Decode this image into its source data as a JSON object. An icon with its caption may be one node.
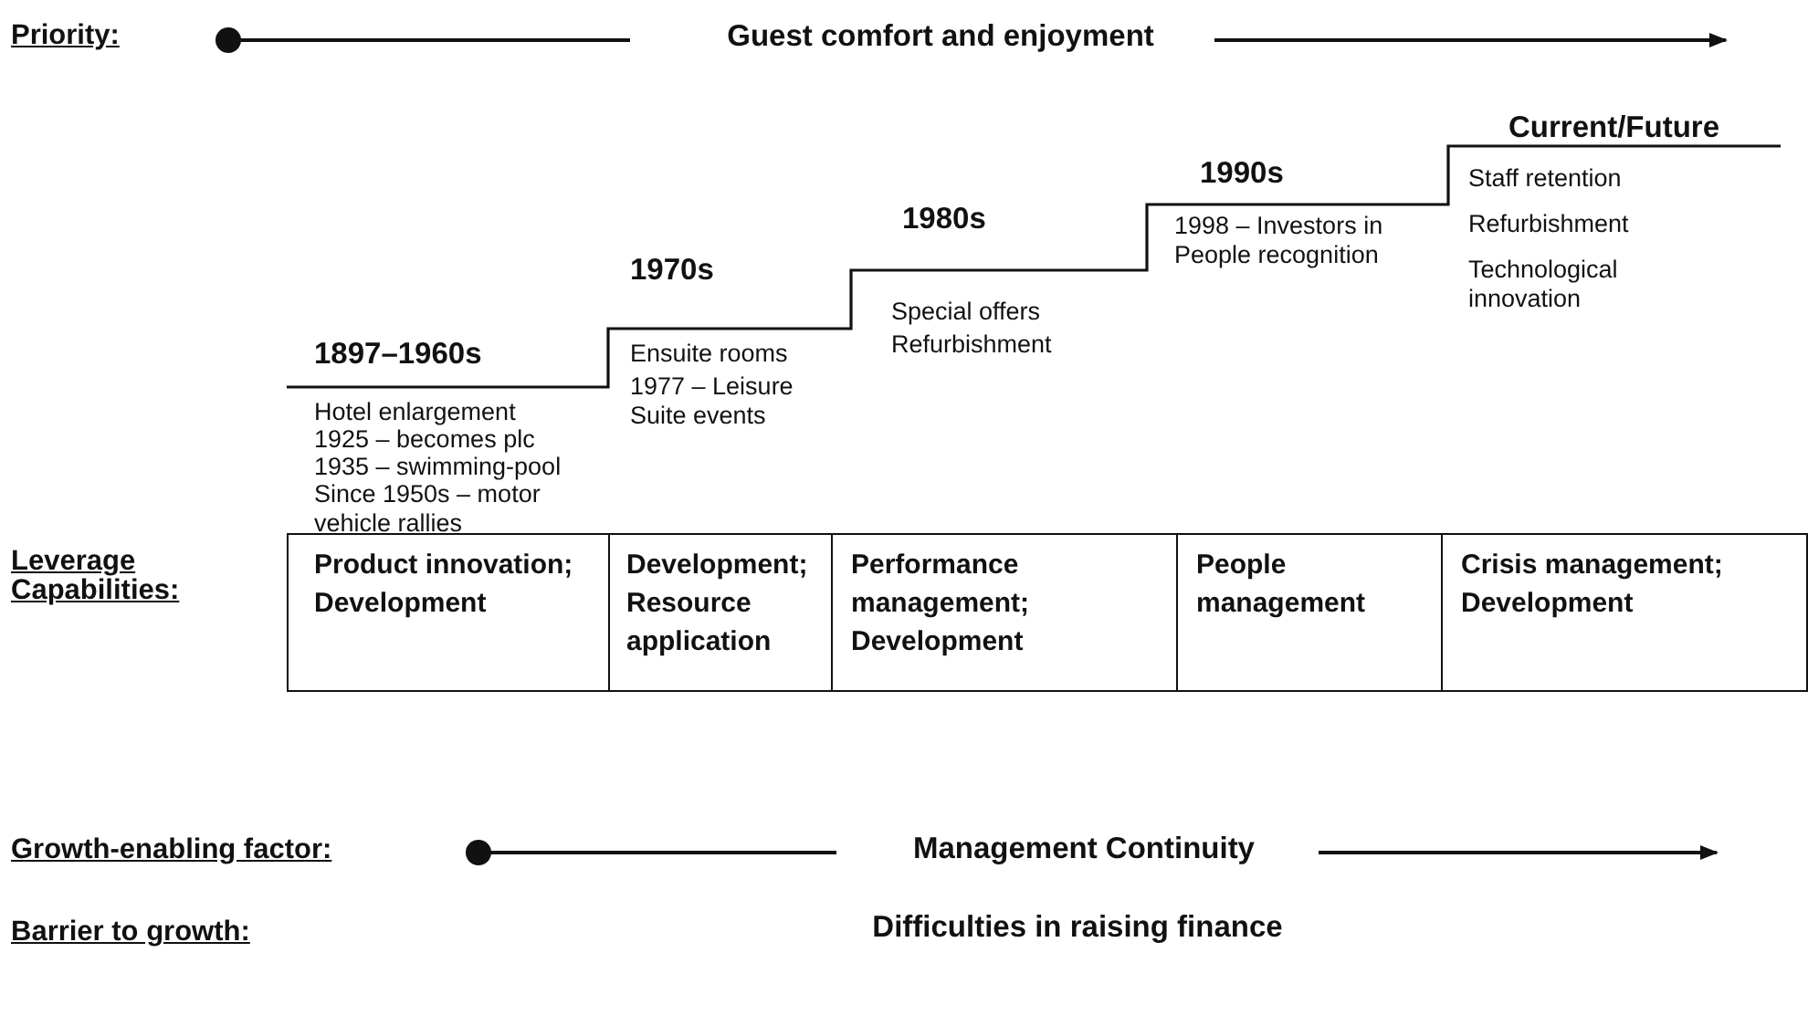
{
  "diagram": {
    "nodes": [
      {
        "text": [
          "Product innovation; Development"
        ]
      },
      {
        "text": [
          "Development; Resource application"
        ]
      },
      {
        "text": [
          "Performance management; Development"
        ]
      },
      {
        "text": [
          "People management"
        ]
      },
      {
        "text": [
          "Crisis management; Development"
        ]
      }
    ],
    "edges": [],
    "labels": [
      "Priority:",
      "Guest comfort and enjoyment",
      "1897–1960s",
      "Hotel enlargement",
      "1925 – becomes plc",
      "1935 – swimming-pool",
      "Since 1950s – motor vehicle rallies",
      "1970s",
      "Ensuite rooms",
      "1977 – Leisure Suite events",
      "1980s",
      "Special offers",
      "Refurbishment",
      "1990s",
      "1998 – Investors in People recognition",
      "Current/Future",
      "Staff retention",
      "Refurbishment",
      "Technological innovation",
      "Leverage Capabilities:",
      "Growth-enabling factor:",
      "Management Continuity",
      "Barrier to growth:",
      "Difficulties in raising finance"
    ]
  }
}
